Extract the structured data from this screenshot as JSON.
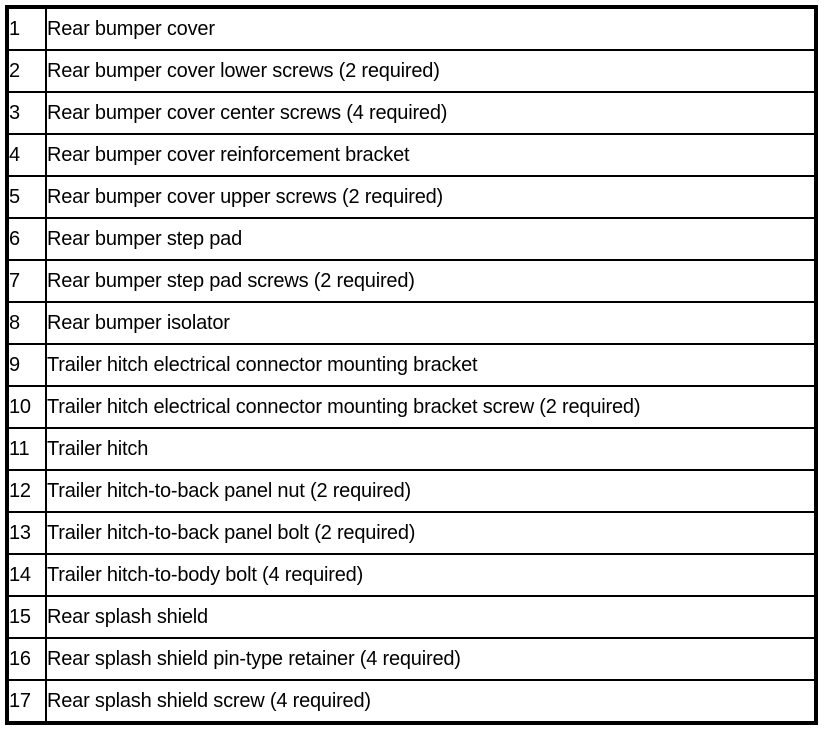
{
  "document": {
    "kind": "parts-list-table",
    "colors": {
      "background": "#ffffff",
      "border": "#000000",
      "text": "#000000"
    },
    "table": {
      "columns": [
        "item_number",
        "description"
      ],
      "rows": [
        {
          "num": "1",
          "desc": "Rear bumper cover"
        },
        {
          "num": "2",
          "desc": "Rear bumper cover lower screws (2 required)"
        },
        {
          "num": "3",
          "desc": "Rear bumper cover center screws (4 required)"
        },
        {
          "num": "4",
          "desc": "Rear bumper cover reinforcement bracket"
        },
        {
          "num": "5",
          "desc": "Rear bumper cover upper screws (2 required)"
        },
        {
          "num": "6",
          "desc": "Rear bumper step pad"
        },
        {
          "num": "7",
          "desc": "Rear bumper step pad screws (2 required)"
        },
        {
          "num": "8",
          "desc": "Rear bumper isolator"
        },
        {
          "num": "9",
          "desc": "Trailer hitch electrical connector mounting bracket"
        },
        {
          "num": "10",
          "desc": "Trailer hitch electrical connector mounting bracket screw (2 required)"
        },
        {
          "num": "11",
          "desc": "Trailer hitch"
        },
        {
          "num": "12",
          "desc": "Trailer hitch-to-back panel nut (2 required)"
        },
        {
          "num": "13",
          "desc": "Trailer hitch-to-back panel bolt (2 required)"
        },
        {
          "num": "14",
          "desc": "Trailer hitch-to-body bolt (4 required)"
        },
        {
          "num": "15",
          "desc": "Rear splash shield"
        },
        {
          "num": "16",
          "desc": "Rear splash shield pin-type retainer (4 required)"
        },
        {
          "num": "17",
          "desc": "Rear splash shield screw (4 required)"
        }
      ]
    }
  }
}
